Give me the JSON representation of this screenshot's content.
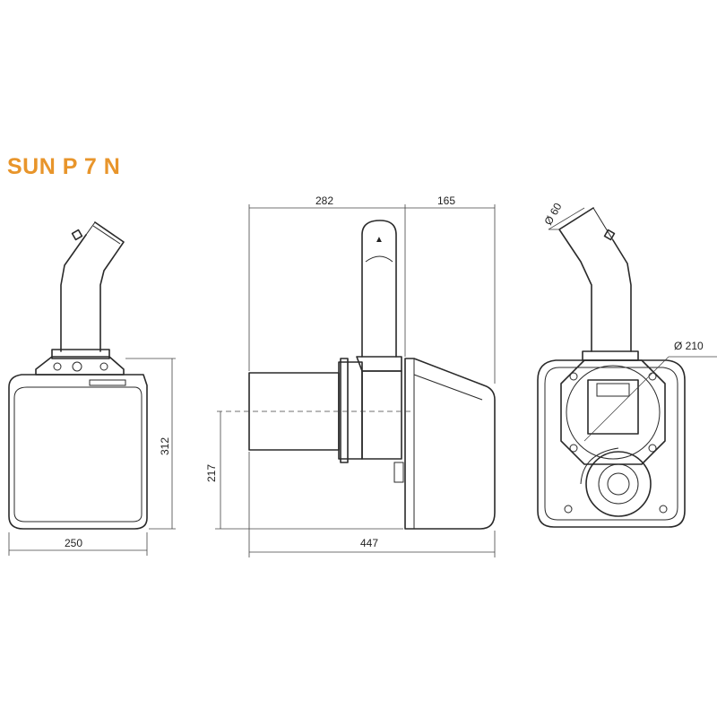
{
  "title": "SUN P 7 N",
  "colors": {
    "title": "#e8952b",
    "line": "#2a2a2a"
  },
  "dimensions": {
    "width_front": "250",
    "height_front": "312",
    "length_top_left": "282",
    "length_top_right": "165",
    "total_length": "447",
    "axis_height": "217",
    "pipe_diameter": "Ø 60",
    "flange_diameter": "Ø 210"
  }
}
